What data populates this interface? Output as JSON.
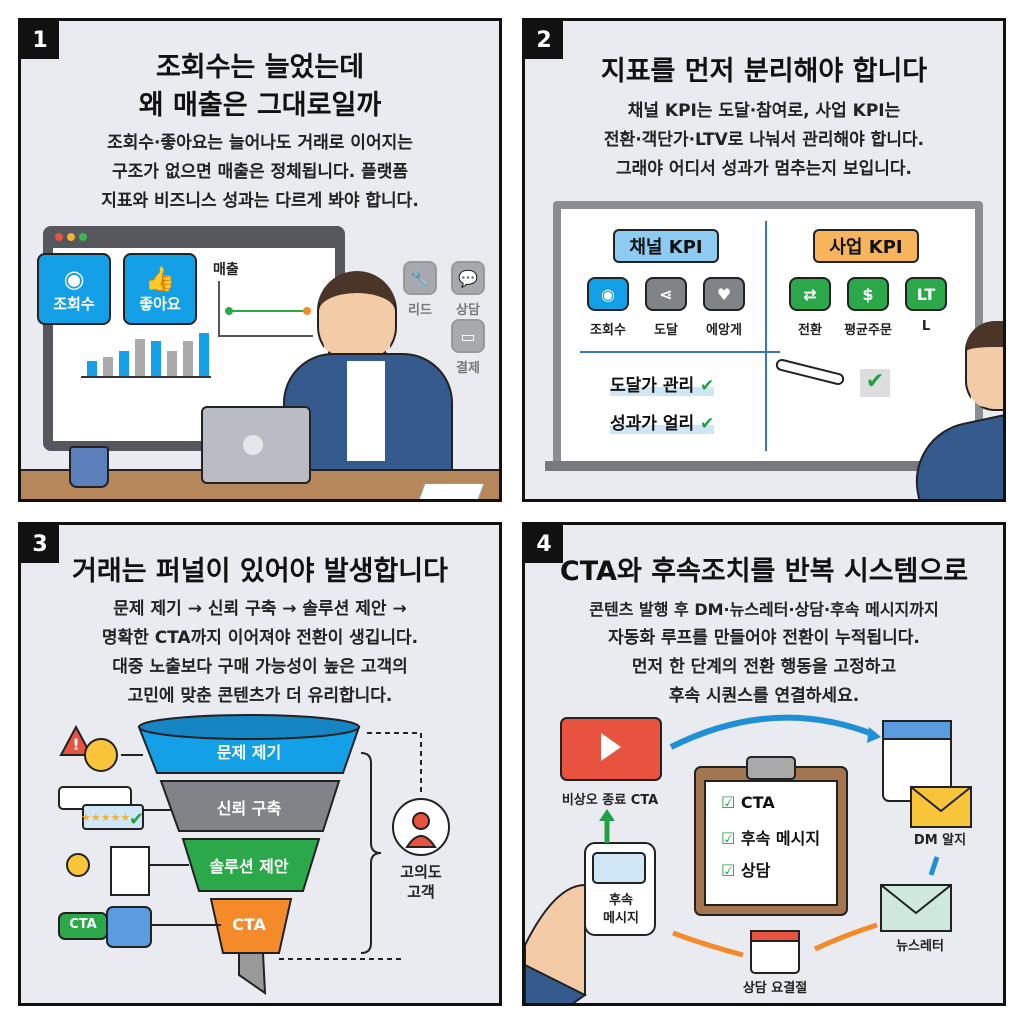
{
  "panels": [
    {
      "number": "1",
      "title_lines": [
        "조회수는 늘었는데",
        "왜 매출은 그대로일까"
      ],
      "body_lines": [
        "조회수·좋아요는 늘어나도 거래로 이어지는",
        "구조가 없으면 매출은 정체됩니다. 플랫폼",
        "지표와 비즈니스 성과는 다르게 봐야 합니다."
      ],
      "bubbles": [
        {
          "label": "조회수",
          "icon": "eye-icon"
        },
        {
          "label": "좋아요",
          "icon": "thumbs-up-icon"
        }
      ],
      "chart_label": "매출",
      "side_icons": [
        {
          "label": "리드",
          "icon": "wrench-icon"
        },
        {
          "label": "상담",
          "icon": "chat-icon"
        },
        {
          "label": "결제",
          "icon": "card-icon"
        }
      ]
    },
    {
      "number": "2",
      "title_lines": [
        "지표를 먼저 분리해야 합니다"
      ],
      "body_lines": [
        "채널 KPI는 도달·참여로, 사업 KPI는",
        "전환·객단가·LTV로 나눠서 관리해야 합니다.",
        "그래야 어디서 성과가 멈추는지 보입니다."
      ],
      "channel_kpi": {
        "title": "채널 KPI",
        "items": [
          {
            "label": "조회수",
            "icon": "eye-icon"
          },
          {
            "label": "도달",
            "icon": "share-icon"
          },
          {
            "label": "에앙게",
            "icon": "heart-icon"
          }
        ]
      },
      "business_kpi": {
        "title": "사업 KPI",
        "items": [
          {
            "label": "전환",
            "icon": "refresh-icon"
          },
          {
            "label": "평균주문",
            "icon": "dollar-icon"
          },
          {
            "label": "L",
            "icon": "ltv-icon"
          }
        ]
      },
      "checks": [
        "도달가 관리",
        "성과가 얼리"
      ]
    },
    {
      "number": "3",
      "title_lines": [
        "거래는 퍼널이 있어야 발생합니다"
      ],
      "body_lines": [
        "문제 제기 → 신뢰 구축 → 솔루션 제안 →",
        "명확한 CTA까지 이어져야 전환이 생깁니다.",
        "대중 노출보다 구매 가능성이 높은 고객의",
        "고민에 맞춘 콘텐츠가 더 유리합니다."
      ],
      "funnel": [
        {
          "label": "문제 제기",
          "color": "#14a0e6"
        },
        {
          "label": "신뢰 구축",
          "color": "#808489"
        },
        {
          "label": "솔루션 제안",
          "color": "#2aa84a"
        },
        {
          "label": "CTA",
          "color": "#f58a2a"
        }
      ],
      "cta_tag": "CTA",
      "audience_lines": [
        "고의도",
        "고객"
      ]
    },
    {
      "number": "4",
      "title_lines": [
        "CTA와 후속조치를 반복 시스템으로"
      ],
      "body_lines": [
        "콘텐츠 발행 후 DM·뉴스레터·상담·후속 메시지까지",
        "자동화 루프를 만들어야 전환이 누적됩니다.",
        "먼저 한 단계의 전환 행동을 고정하고",
        "후속 시퀀스를 연결하세요."
      ],
      "checklist": [
        "CTA",
        "후속 메시지",
        "상담"
      ],
      "loop": {
        "video": "비상오 종료 CTA",
        "dm": "DM 알지",
        "newsletter": "뉴스레터",
        "booking": "상담 요결절",
        "phone_lines": [
          "후속",
          "메시지"
        ]
      }
    }
  ],
  "colors": {
    "panel_bg": "#e9ebf0",
    "blue": "#14a0e6",
    "green": "#2aa84a",
    "orange": "#f58a2a"
  }
}
